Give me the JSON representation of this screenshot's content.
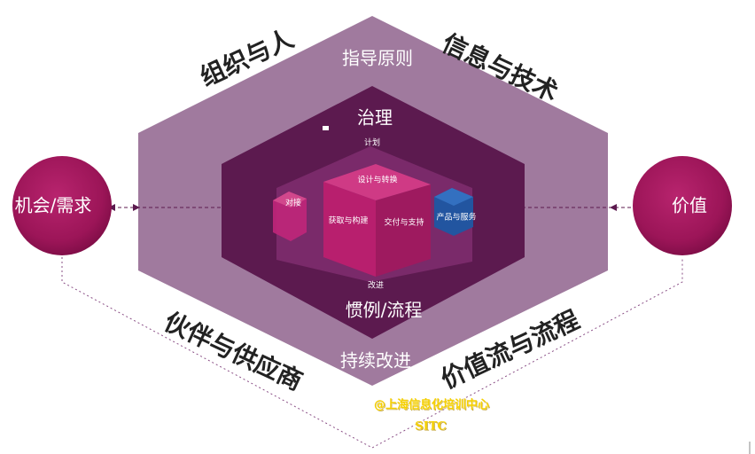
{
  "dimensions": {
    "org_people": "组织与人",
    "info_tech": "信息与技术",
    "partners_suppliers": "伙伴与供应商",
    "value_streams": "价值流与流程"
  },
  "layers": {
    "guiding_principles": "指导原则",
    "governance": "治理",
    "practices": "惯例/流程",
    "continual_improvement": "持续改进"
  },
  "value_chain": {
    "plan": "计划",
    "improve": "改进",
    "engage": "对接",
    "design_transition": "设计与转换",
    "obtain_build": "获取与构建",
    "deliver_support": "交付与支持",
    "products_services": "产品与服务"
  },
  "circles": {
    "opportunity_demand": "机会/需求",
    "value": "价值"
  },
  "watermark": {
    "line1": "@上海信息化培训中心",
    "line2": "SITC"
  },
  "colors": {
    "outer_hexagon": "#a07a9e",
    "inner_hexagon": "#5c1a4f",
    "svs_box": "#7a2a6a",
    "cube": "#b81f6e",
    "circle": "#a8185f",
    "blue_cube": "#2255a0"
  }
}
